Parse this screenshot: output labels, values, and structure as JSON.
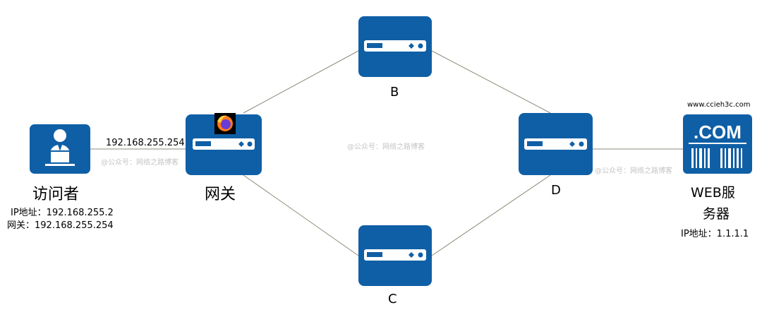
{
  "nodes": {
    "visitor": {
      "name": "访问者",
      "ip": "IP地址：192.168.255.2",
      "gateway": "网关：192.168.255.254",
      "icon": "user-laptop-icon"
    },
    "gateway": {
      "name": "网关",
      "ip": "192.168.255.254",
      "icon": "router-icon",
      "badge_icon": "firefox-icon"
    },
    "b": {
      "name": "B",
      "icon": "router-icon"
    },
    "c": {
      "name": "C",
      "icon": "router-icon"
    },
    "d": {
      "name": "D",
      "icon": "router-icon"
    },
    "web": {
      "name_line1": "WEB服",
      "name_line2": "务器",
      "domain": "www.ccieh3c.com",
      "icon_text": ".COM",
      "ip": "IP地址：1.1.1.1"
    }
  },
  "watermark": "@公众号：网络之路博客",
  "colors": {
    "node_fill": "#0f5fa6",
    "link": "#8c8a78",
    "screen_bg": "#ffffff",
    "watermark": "#c4c4c4"
  }
}
